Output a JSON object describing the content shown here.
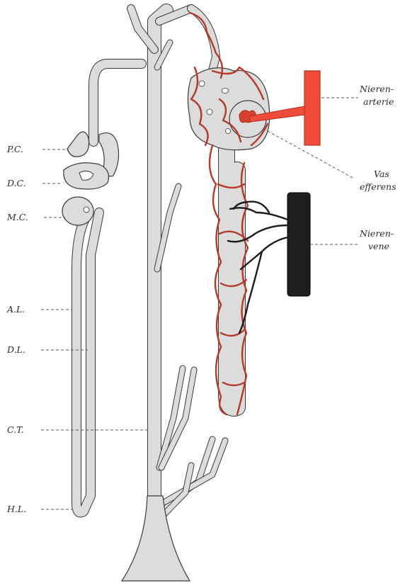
{
  "labels": {
    "pc": "P.C.",
    "dc": "D.C.",
    "mc": "M.C.",
    "al": "A.L.",
    "dl": "D.L.",
    "ct": "C.T.",
    "hl": "H.L.",
    "nierenarterie_1": "Nieren-",
    "nierenarterie_2": "arterie",
    "vas_efferens_1": "Vas",
    "vas_efferens_2": "efferens",
    "nierenvene_1": "Nieren-",
    "nierenvene_2": "vene"
  },
  "colors": {
    "artery": "#ee4b3b",
    "capillary": "#b53a2a",
    "vein": "#1e1e1e",
    "tubule": "#dcdcdc",
    "outline": "#3a3a3a"
  }
}
